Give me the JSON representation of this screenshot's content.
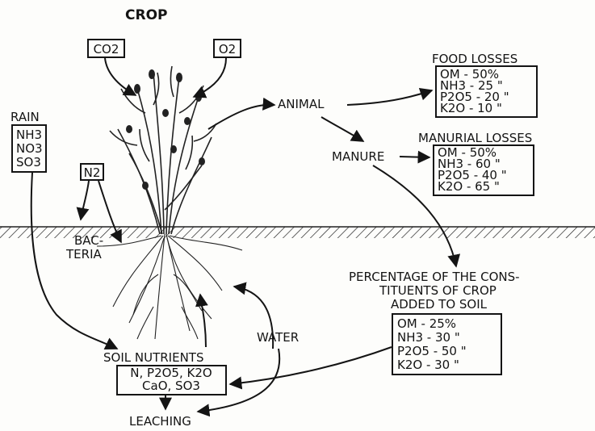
{
  "crop_label": "CROP",
  "co2_label": "CO2",
  "o2_label": "O2",
  "rain": {
    "title": "RAIN",
    "items": [
      "NH3",
      "NO3",
      "SO3"
    ]
  },
  "n2_label": "N2",
  "bacteria": [
    "BAC-",
    "TERIA"
  ],
  "animal_label": "ANIMAL",
  "manure_label": "MANURE",
  "water_label": "WATER",
  "leaching_label": "LEACHING",
  "food_losses": {
    "title": "FOOD LOSSES",
    "rows": [
      "OM - 50%",
      "NH3 - 25 \"",
      "P2O5 - 20 \"",
      "K2O - 10 \""
    ]
  },
  "manurial_losses": {
    "title": "MANURIAL LOSSES",
    "rows": [
      "OM - 50%",
      "NH3 - 60 \"",
      "P2O5 - 40 \"",
      "K2O - 65 \""
    ]
  },
  "percentage": {
    "title_lines": [
      "PERCENTAGE OF THE CONS-",
      "TITUENTS OF CROP",
      "ADDED TO SOIL"
    ],
    "rows": [
      "OM - 25%",
      "NH3 - 30 \"",
      "P2O5 - 50 \"",
      "K2O - 30 \""
    ]
  },
  "soil_nutrients": {
    "title": "SOIL NUTRIENTS",
    "lines": [
      "N, P2O5, K2O",
      "CaO, SO3"
    ]
  }
}
